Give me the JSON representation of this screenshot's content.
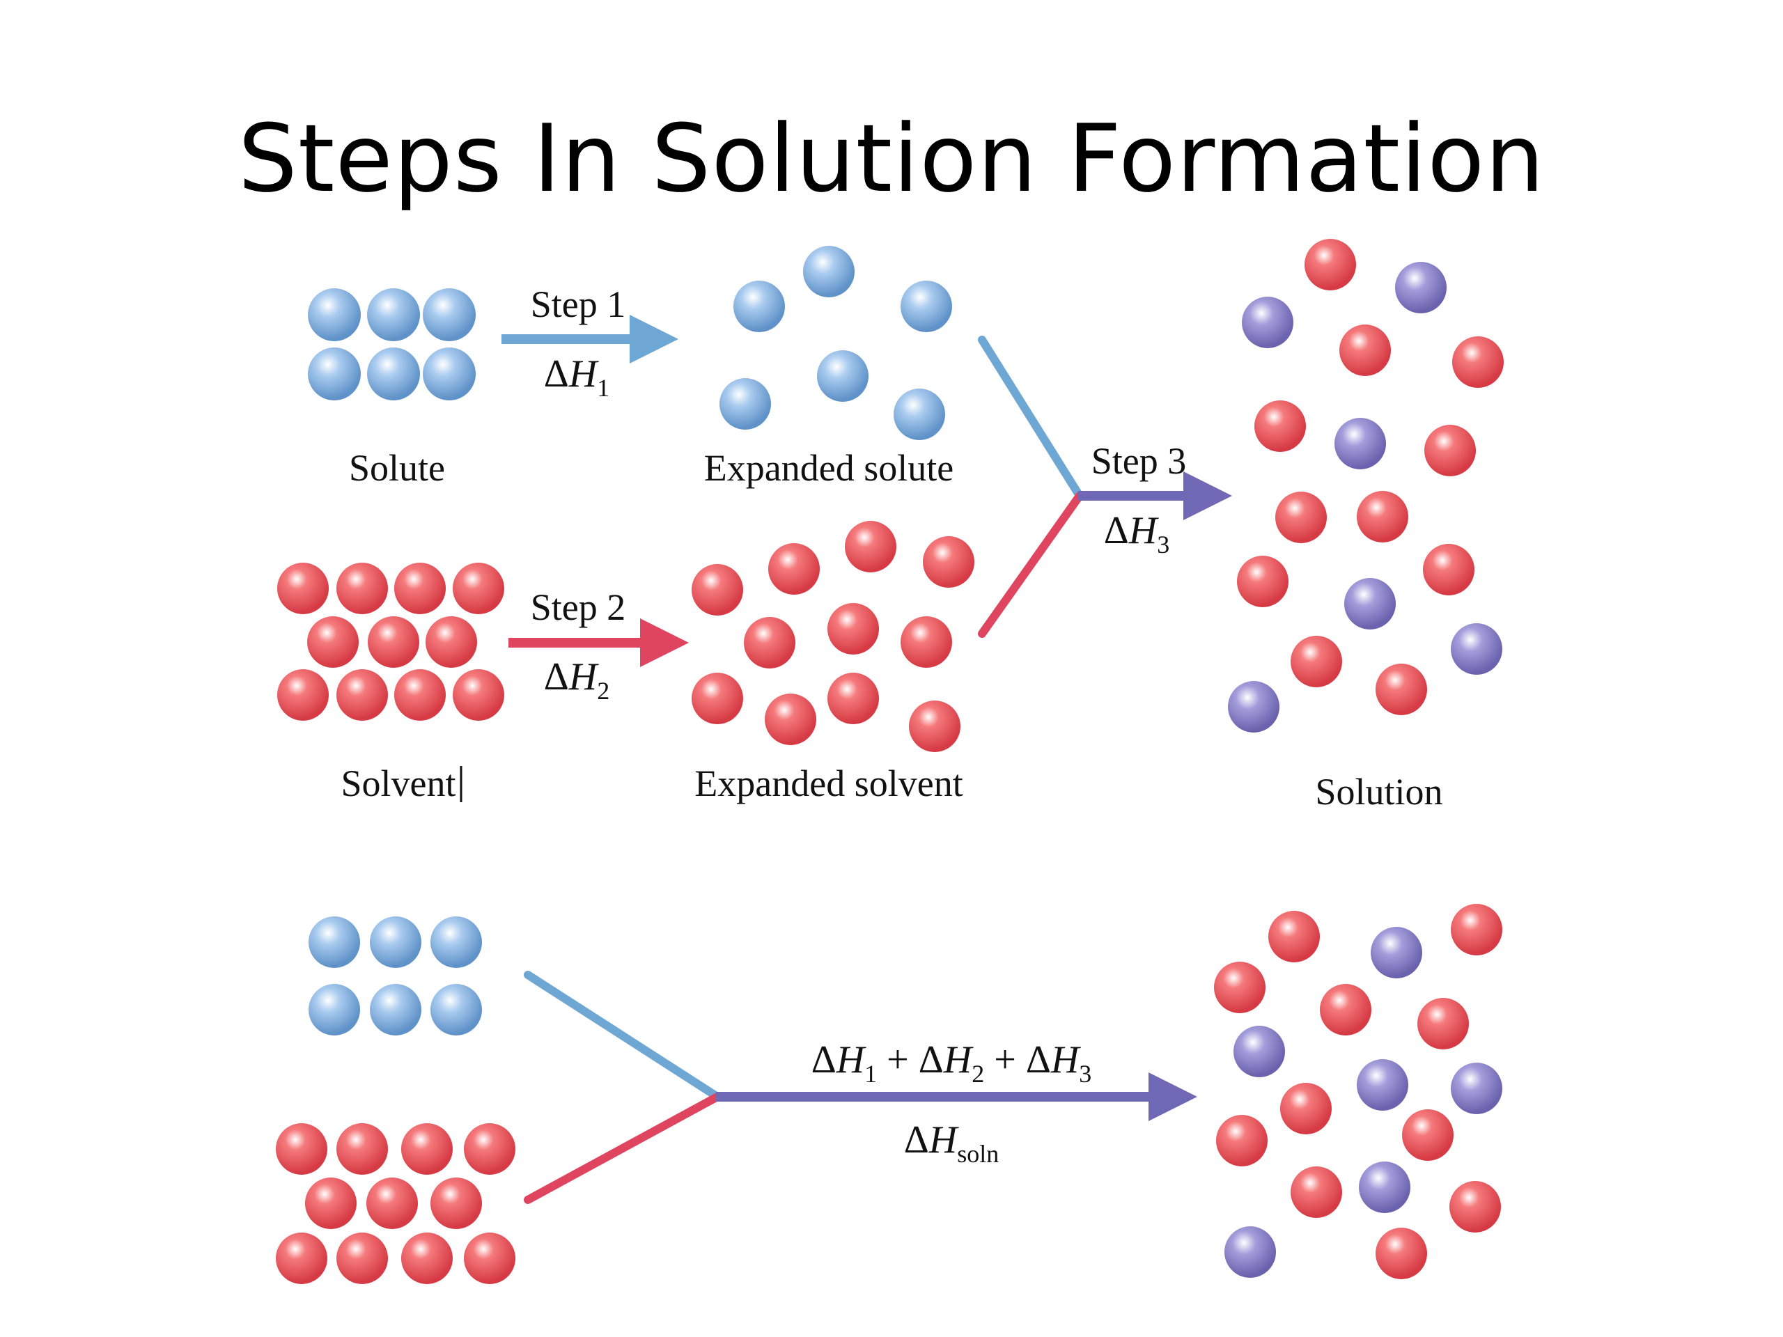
{
  "title": "Steps In Solution Formation",
  "colors": {
    "solute": "#8eb7e3",
    "solvent": "#ec5c61",
    "mixed_solute": "#8c84c8",
    "solute_line": "#6ea7d4",
    "solvent_line": "#e0455f",
    "combined_line": "#6f68b5"
  },
  "labels": {
    "solute": "Solute",
    "expanded_solute": "Expanded solute",
    "solvent": "Solvent",
    "expanded_solvent": "Expanded solvent",
    "solution": "Solution"
  },
  "steps": {
    "step1": "Step 1",
    "step2": "Step 2",
    "step3": "Step 3"
  },
  "math": {
    "delta": "Δ",
    "H": "H",
    "plus": "+",
    "sub1": "1",
    "sub2": "2",
    "sub3": "3",
    "sub_soln": "soln"
  }
}
